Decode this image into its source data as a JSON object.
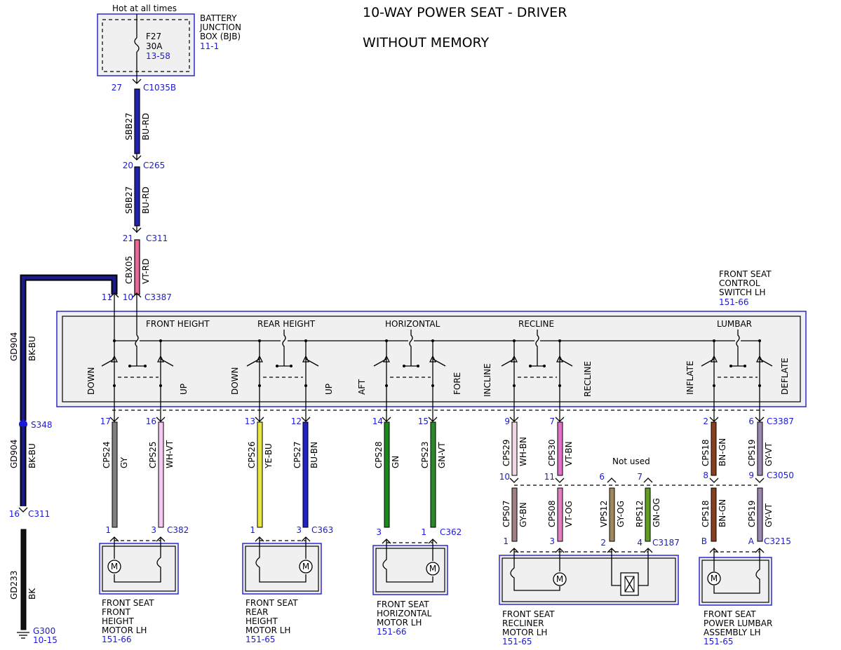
{
  "title": {
    "line1": "10-WAY POWER SEAT - DRIVER",
    "line2": "WITHOUT MEMORY"
  },
  "battery": {
    "hot_label": "Hot at all times",
    "fuse_name": "F27",
    "fuse_rating": "30A",
    "fuse_ref": "13-58",
    "name_l1": "BATTERY",
    "name_l2": "JUNCTION",
    "name_l3": "BOX (BJB)",
    "ref": "11-1"
  },
  "feed": [
    {
      "pin": "27",
      "connector": "C1035B",
      "circuit": "SBB27",
      "color": "BU-RD",
      "hex": "#2222bb"
    },
    {
      "pin": "20",
      "connector": "C265",
      "circuit": "SBB27",
      "color": "BU-RD",
      "hex": "#2222bb"
    },
    {
      "pin": "21",
      "connector": "C311",
      "circuit": "CBX05",
      "color": "VT-RD",
      "hex": "#ee6699"
    }
  ],
  "switch": {
    "name_l1": "FRONT SEAT",
    "name_l2": "CONTROL",
    "name_l3": "SWITCH LH",
    "ref": "151-66",
    "connector": "C3387",
    "pin_gnd": "11",
    "pin_pwr": "10",
    "sections": [
      "FRONT HEIGHT",
      "REAR HEIGHT",
      "HORIZONTAL",
      "RECLINE",
      "LUMBAR"
    ],
    "labels": [
      "DOWN",
      "UP",
      "DOWN",
      "UP",
      "AFT",
      "FORE",
      "INCLINE",
      "RECLINE",
      "INFLATE",
      "DEFLATE"
    ]
  },
  "ground": {
    "circuit": "GD904",
    "color": "BK-BU",
    "splice": "S348",
    "pin": "16",
    "connector": "C311",
    "circuit2": "GD233",
    "color2": "BK",
    "ground_name": "G300",
    "ground_ref": "10-15"
  },
  "outputs": [
    {
      "pin": "17",
      "circuit": "CPS24",
      "color": "GY",
      "hex": "#808080"
    },
    {
      "pin": "16",
      "circuit": "CPS25",
      "color": "WH-VT",
      "hex": "#f4c8f0"
    },
    {
      "pin": "13",
      "circuit": "CPS26",
      "color": "YE-BU",
      "hex": "#e8e840"
    },
    {
      "pin": "12",
      "circuit": "CPS27",
      "color": "BU-BN",
      "hex": "#2020cc"
    },
    {
      "pin": "14",
      "circuit": "CPS28",
      "color": "GN",
      "hex": "#1a8a1a"
    },
    {
      "pin": "15",
      "circuit": "CPS23",
      "color": "GN-VT",
      "hex": "#2a8a2a"
    },
    {
      "pin": "9",
      "circuit": "CPS29",
      "color": "WH-BN",
      "hex": "#f2d6e4"
    },
    {
      "pin": "7",
      "circuit": "CPS30",
      "color": "VT-BN",
      "hex": "#e070c8"
    },
    {
      "pin": "2",
      "circuit": "CPS18",
      "color": "BN-GN",
      "hex": "#8a4020"
    },
    {
      "pin": "6",
      "circuit": "CPS19",
      "color": "GY-VT",
      "hex": "#9a88b0",
      "connector": "C3387"
    }
  ],
  "motors": [
    {
      "pin_a": "1",
      "pin_b": "3",
      "connector": "C382",
      "l1": "FRONT SEAT",
      "l2": "FRONT",
      "l3": "HEIGHT",
      "l4": "MOTOR LH",
      "ref": "151-66"
    },
    {
      "pin_a": "1",
      "pin_b": "3",
      "connector": "C363",
      "l1": "FRONT SEAT",
      "l2": "REAR",
      "l3": "HEIGHT",
      "l4": "MOTOR LH",
      "ref": "151-65"
    },
    {
      "pin_a": "3",
      "pin_b": "1",
      "connector": "C362",
      "l1": "FRONT SEAT",
      "l2": "HORIZONTAL",
      "l3": "MOTOR LH",
      "ref": "151-66"
    }
  ],
  "recliner": {
    "c3050_pins": [
      "10",
      "11",
      "6",
      "7",
      "8",
      "9"
    ],
    "c3050": "C3050",
    "not_used": "Not used",
    "wires": [
      {
        "circuit": "CPS07",
        "color": "GY-BN",
        "hex": "#a08080",
        "pin": "1"
      },
      {
        "circuit": "CPS08",
        "color": "VT-OG",
        "hex": "#e080c0",
        "pin": "3"
      },
      {
        "circuit": "VPS12",
        "color": "GY-OG",
        "hex": "#a08860",
        "pin": "2"
      },
      {
        "circuit": "RPS12",
        "color": "GN-OG",
        "hex": "#60a020",
        "pin": "4"
      }
    ],
    "connector": "C3187",
    "l1": "FRONT SEAT",
    "l2": "RECLINER",
    "l3": "MOTOR LH",
    "ref": "151-65"
  },
  "lumbar": {
    "wires": [
      {
        "circuit": "CPS18",
        "color": "BN-GN",
        "hex": "#8a4020",
        "pin": "B"
      },
      {
        "circuit": "CPS19",
        "color": "GY-VT",
        "hex": "#9a88b0",
        "pin": "A"
      }
    ],
    "connector": "C3215",
    "l1": "FRONT SEAT",
    "l2": "POWER LUMBAR",
    "l3": "ASSEMBLY LH",
    "ref": "151-65"
  },
  "motor_symbol": "M"
}
